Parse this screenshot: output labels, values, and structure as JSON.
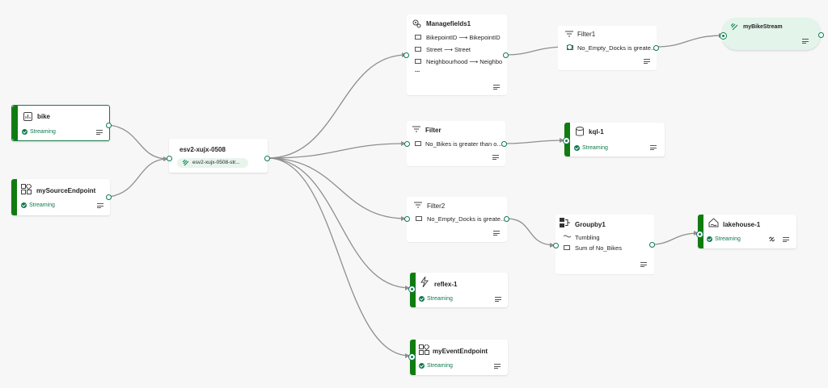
{
  "colors": {
    "accent": "#107c10",
    "status": "#0e7a4c",
    "edge": "#8a8a8a",
    "hub_bg": "#e3f4ea"
  },
  "status_label": "Streaming",
  "sources": {
    "bike": {
      "title": "bike",
      "status": "Streaming",
      "icon": "chart-icon"
    },
    "mySourceEndpoint": {
      "title": "mySourceEndpoint",
      "status": "Streaming",
      "icon": "endpoint-icon"
    }
  },
  "eventstream": {
    "title": "esv2-xujx-0508",
    "stream": "esv2-xujx-0508-str..."
  },
  "managefields": {
    "title": "Managefields1",
    "rows": [
      {
        "from": "BikepointID",
        "arrow": "⟶",
        "to": "BikepointID"
      },
      {
        "from": "Street",
        "arrow": "⟶",
        "to": "Street"
      },
      {
        "from": "Neighbourhood",
        "arrow": "⟶",
        "to": "Neighbo"
      }
    ],
    "more": "..."
  },
  "filter1": {
    "title": "Filter1",
    "condition": "No_Empty_Docks is greate..."
  },
  "mybikestream": {
    "title": "myBikeStream"
  },
  "filter": {
    "title": "Filter",
    "condition": "No_Bikes is greater than o..."
  },
  "kql": {
    "title": "kql-1",
    "status": "Streaming"
  },
  "filter2": {
    "title": "Filter2",
    "condition": "No_Empty_Docks is greate..."
  },
  "groupby": {
    "title": "Groupby1",
    "window": "Tumbling",
    "aggregate": "Sum of No_Bikes"
  },
  "lakehouse": {
    "title": "lakehouse-1",
    "status": "Streaming"
  },
  "reflex": {
    "title": "reflex-1",
    "status": "Streaming"
  },
  "myEventEndpoint": {
    "title": "myEventEndpoint",
    "status": "Streaming"
  }
}
